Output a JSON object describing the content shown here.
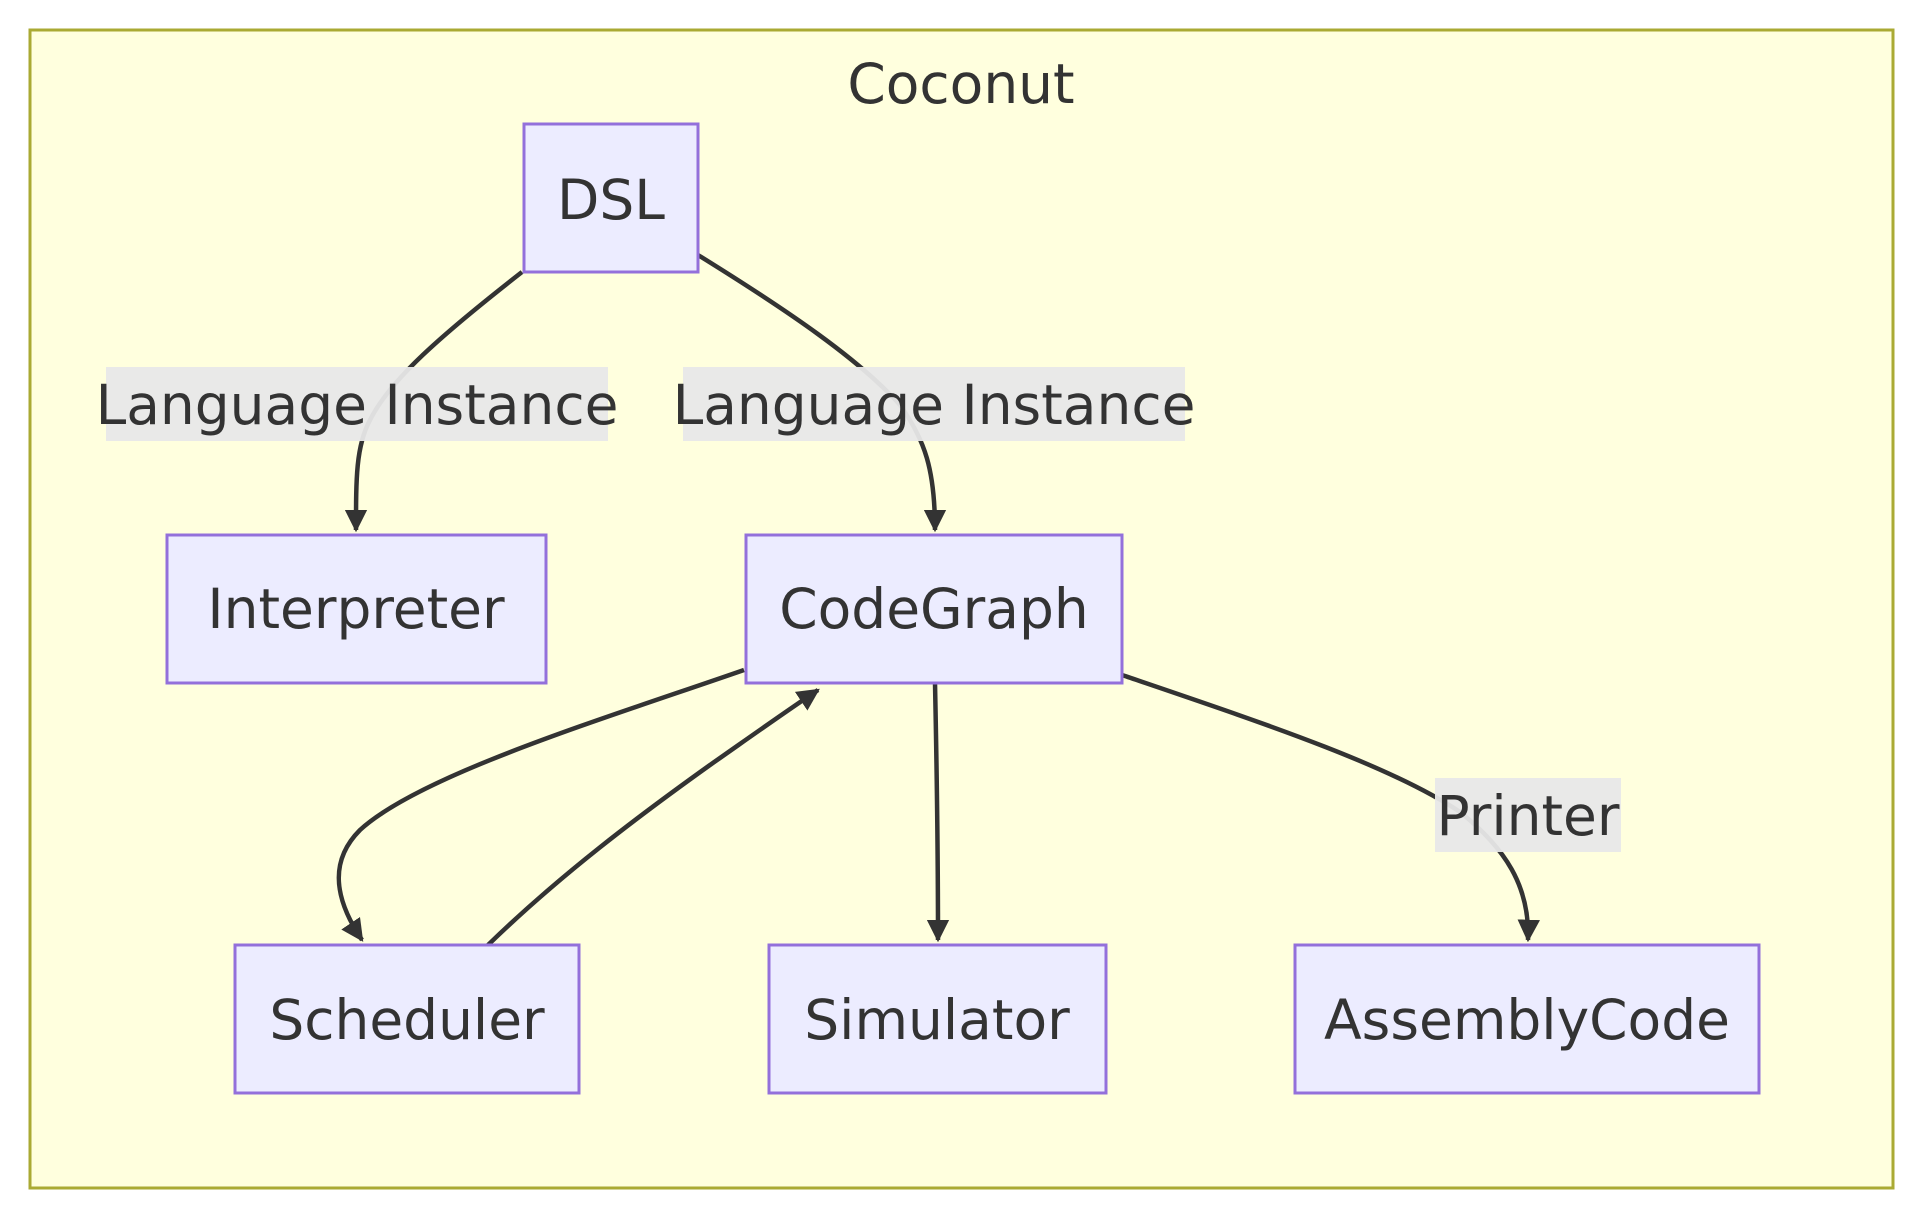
{
  "diagram": {
    "subgraph_title": "Coconut",
    "nodes": {
      "dsl": "DSL",
      "interpreter": "Interpreter",
      "codegraph": "CodeGraph",
      "scheduler": "Scheduler",
      "simulator": "Simulator",
      "assemblycode": "AssemblyCode"
    },
    "edges": [
      {
        "from": "DSL",
        "to": "Interpreter",
        "label": "Language Instance"
      },
      {
        "from": "DSL",
        "to": "CodeGraph",
        "label": "Language Instance"
      },
      {
        "from": "CodeGraph",
        "to": "Scheduler",
        "label": ""
      },
      {
        "from": "Scheduler",
        "to": "CodeGraph",
        "label": ""
      },
      {
        "from": "CodeGraph",
        "to": "Simulator",
        "label": ""
      },
      {
        "from": "CodeGraph",
        "to": "AssemblyCode",
        "label": "Printer"
      }
    ],
    "colors": {
      "subgraph_fill": "#ffffde",
      "subgraph_stroke": "#aaaa33",
      "node_fill": "#ececff",
      "node_stroke": "#9370db",
      "edge": "#333333",
      "label_bg": "#e8e8e8",
      "text": "#333333"
    }
  }
}
